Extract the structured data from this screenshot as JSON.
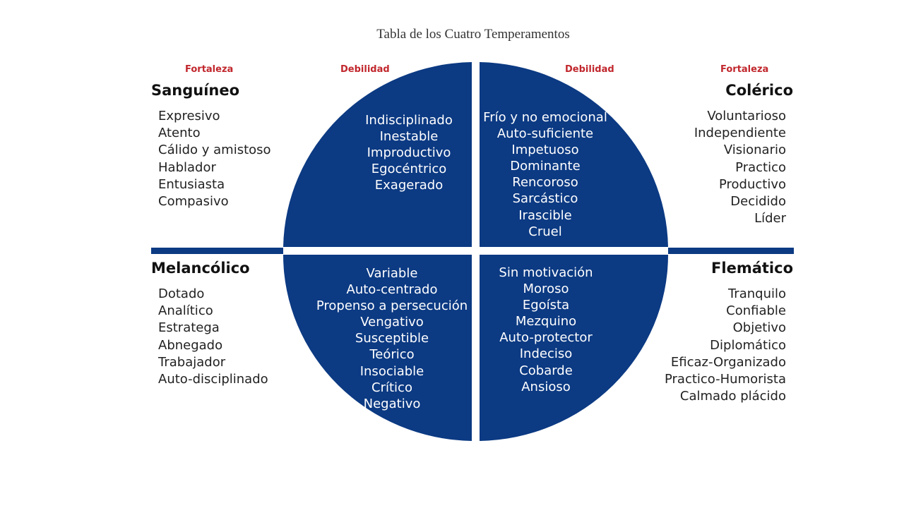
{
  "title": "Tabla de los Cuatro Temperamentos",
  "colors": {
    "quadrant": "#0c3a83",
    "label": "#c1272d",
    "divider": "#0c3a83"
  },
  "labels": {
    "left_fortaleza": "Fortaleza",
    "left_debilidad": "Debilidad",
    "right_debilidad": "Debilidad",
    "right_fortaleza": "Fortaleza"
  },
  "sanguineo": {
    "name": "Sanguíneo",
    "fortalezas": [
      "Expresivo",
      "Atento",
      "Cálido y amistoso",
      "Hablador",
      "Entusiasta",
      "Compasivo"
    ],
    "debilidades": [
      "Indisciplinado",
      "Inestable",
      "Improductivo",
      "Egocéntrico",
      "Exagerado"
    ]
  },
  "colerico": {
    "name": "Colérico",
    "fortalezas": [
      "Voluntarioso",
      "Independiente",
      "Visionario",
      "Practico",
      "Productivo",
      "Decidido",
      "Líder"
    ],
    "debilidades": [
      "Frío y no emocional",
      "Auto-suficiente",
      "Impetuoso",
      "Dominante",
      "Rencoroso",
      "Sarcástico",
      "Irascible",
      "Cruel"
    ]
  },
  "melancolico": {
    "name": "Melancólico",
    "fortalezas": [
      "Dotado",
      "Analítico",
      "Estratega",
      "Abnegado",
      "Trabajador",
      "Auto-disciplinado"
    ],
    "debilidades": [
      "Variable",
      "Auto-centrado",
      "Propenso a persecución",
      "Vengativo",
      "Susceptible",
      "Teórico",
      "Insociable",
      "Crítico",
      "Negativo"
    ]
  },
  "flematico": {
    "name": "Flemático",
    "fortalezas": [
      "Tranquilo",
      "Confiable",
      "Objetivo",
      "Diplomático",
      "Eficaz-Organizado",
      "Practico-Humorista",
      "Calmado plácido"
    ],
    "debilidades": [
      "Sin motivación",
      "Moroso",
      "Egoísta",
      "Mezquino",
      "Auto-protector",
      "Indeciso",
      "Cobarde",
      "Ansioso"
    ]
  }
}
